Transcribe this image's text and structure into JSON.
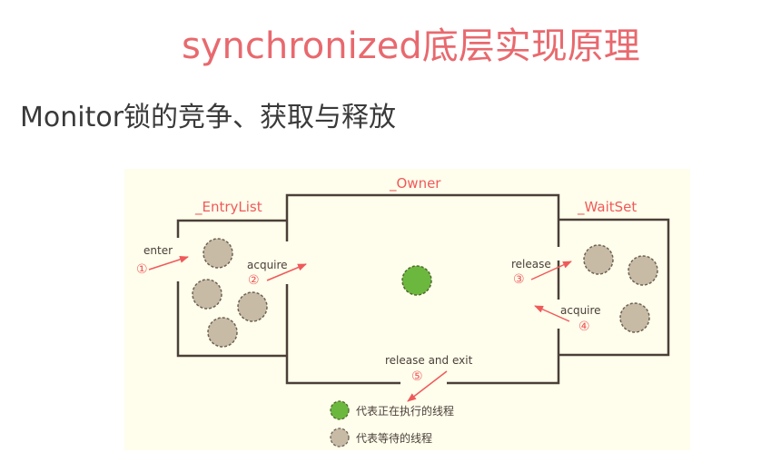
{
  "header": {
    "title": "synchronized底层实现原理",
    "subtitle": "Monitor锁的竞争、获取与释放"
  },
  "diagram": {
    "regions": {
      "entry_list": "_EntryList",
      "owner": "_Owner",
      "wait_set": "_WaitSet"
    },
    "steps": [
      {
        "number": "①",
        "label": "enter"
      },
      {
        "number": "②",
        "label": "acquire"
      },
      {
        "number": "③",
        "label": "release"
      },
      {
        "number": "④",
        "label": "acquire"
      },
      {
        "number": "⑤",
        "label": "release and exit"
      }
    ],
    "legend": [
      {
        "label": "代表正在执行的线程",
        "kind": "running"
      },
      {
        "label": "代表等待的线程",
        "kind": "waiting"
      }
    ],
    "colors": {
      "title": "#e8696e",
      "accent_red": "#ef5a5a",
      "running_thread": "#6cb83f",
      "waiting_thread": "#c8bba6",
      "border": "#4a4038",
      "background": "#fffdec"
    }
  }
}
